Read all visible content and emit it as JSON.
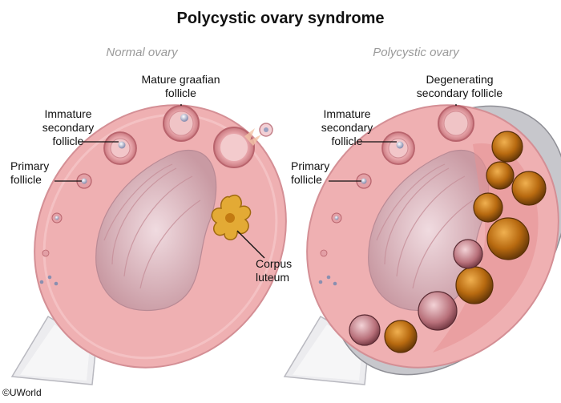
{
  "title": "Polycystic ovary syndrome",
  "normal": {
    "subtitle": "Normal ovary",
    "labels": {
      "mature": "Mature graafian\nfollicle",
      "immature": "Immature\nsecondary\nfollicle",
      "primary": "Primary\nfollicle",
      "corpus": "Corpus\nluteum"
    }
  },
  "polycystic": {
    "subtitle": "Polycystic ovary",
    "labels": {
      "degenerating": "Degenerating\nsecondary follicle",
      "immature": "Immature\nsecondary\nfollicle",
      "primary": "Primary\nfollicle"
    }
  },
  "credit": "©UWorld",
  "colors": {
    "ovary_fill": "#f0b3b3",
    "ovary_rim": "#e39a9c",
    "medulla": "#d9b0b6",
    "stalk": "#e8e8ea",
    "cyst_fill": "#b06010",
    "corpus": "#e0a830"
  }
}
